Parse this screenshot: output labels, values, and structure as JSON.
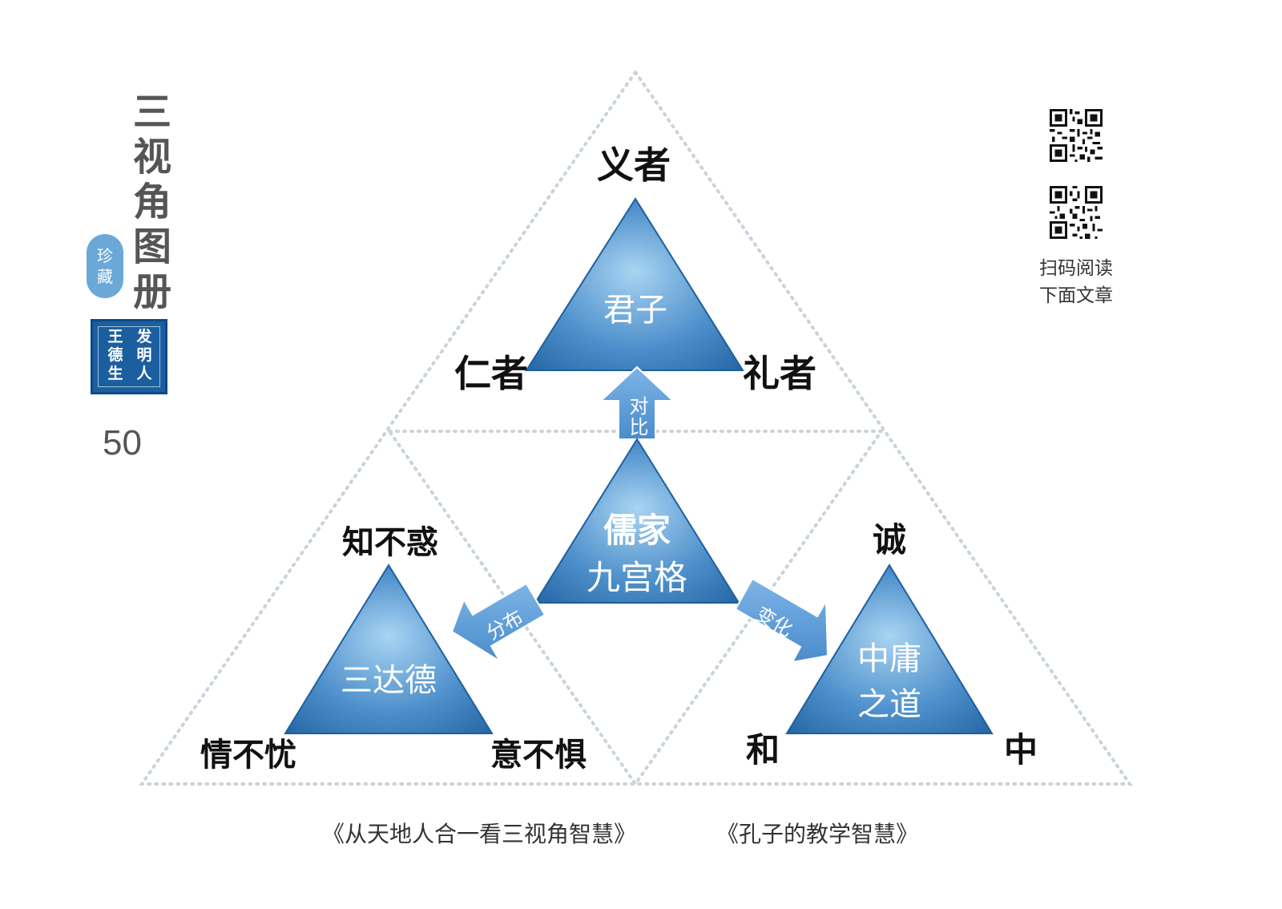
{
  "sidebar": {
    "title_chars": [
      "三",
      "视",
      "角",
      "图",
      "册"
    ],
    "collection_seal": [
      "珍",
      "藏"
    ],
    "inventor_seal": {
      "col_right": "发明人",
      "col_left": "王德生"
    },
    "page_number": "50"
  },
  "qr": {
    "codes": [
      "qr-code-1",
      "qr-code-2"
    ],
    "caption_line1": "扫码阅读",
    "caption_line2": "下面文章"
  },
  "diagram": {
    "top": {
      "center": "君子",
      "apex": "义者",
      "left": "仁者",
      "right": "礼者"
    },
    "middle": {
      "line1": "儒家",
      "line2": "九宫格"
    },
    "left": {
      "center": "三达德",
      "apex": "知不惑",
      "left": "情不忧",
      "right": "意不惧"
    },
    "right": {
      "line1": "中庸",
      "line2": "之道",
      "apex": "诚",
      "left": "和",
      "right": "中"
    },
    "arrows": {
      "up": "对比",
      "left": "分布",
      "right": "变化"
    }
  },
  "references": {
    "left": "《从天地人合一看三视角智慧》",
    "right": "《孔子的教学智慧》"
  },
  "colors": {
    "triangle_dark": "#1f5f9e",
    "triangle_light": "#a9d4f2",
    "arrow_fill": "#5a9ad8",
    "dotted_line": "#c9d3db",
    "label": "#111111"
  }
}
